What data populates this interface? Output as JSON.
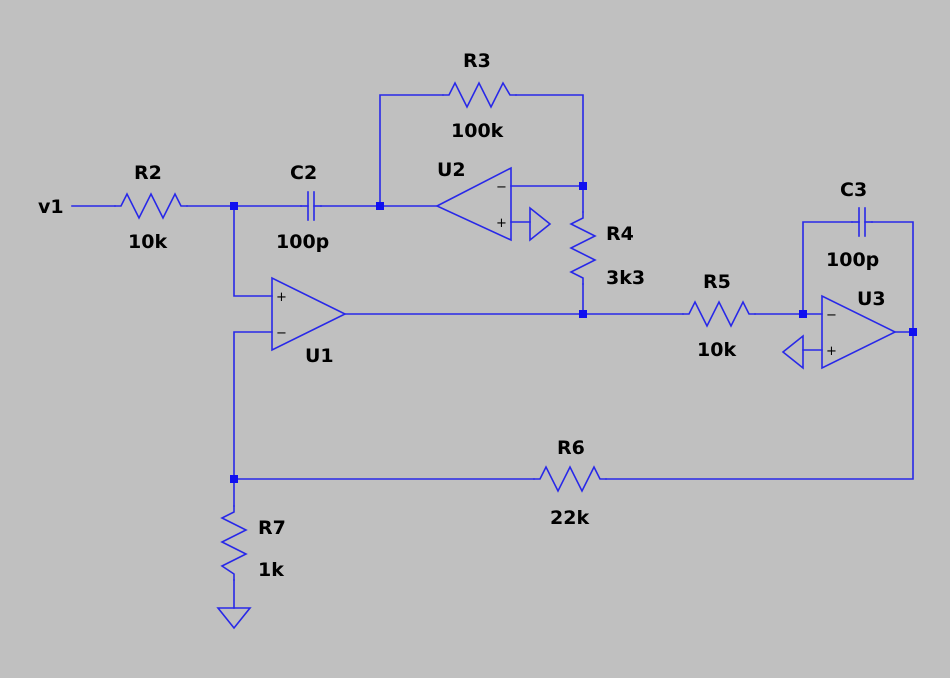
{
  "colors": {
    "background": "#c0c0c0",
    "wire": "#2828e8",
    "text": "#000000"
  },
  "net_labels": {
    "input": "v1"
  },
  "components": {
    "R2": {
      "ref": "R2",
      "value": "10k"
    },
    "C2": {
      "ref": "C2",
      "value": "100p"
    },
    "R3": {
      "ref": "R3",
      "value": "100k"
    },
    "U2": {
      "ref": "U2"
    },
    "R4": {
      "ref": "R4",
      "value": "3k3"
    },
    "U1": {
      "ref": "U1"
    },
    "R5": {
      "ref": "R5",
      "value": "10k"
    },
    "C3": {
      "ref": "C3",
      "value": "100p"
    },
    "U3": {
      "ref": "U3"
    },
    "R6": {
      "ref": "R6",
      "value": "22k"
    },
    "R7": {
      "ref": "R7",
      "value": "1k"
    }
  },
  "pin_signs": {
    "plus": "+",
    "minus": "−"
  }
}
